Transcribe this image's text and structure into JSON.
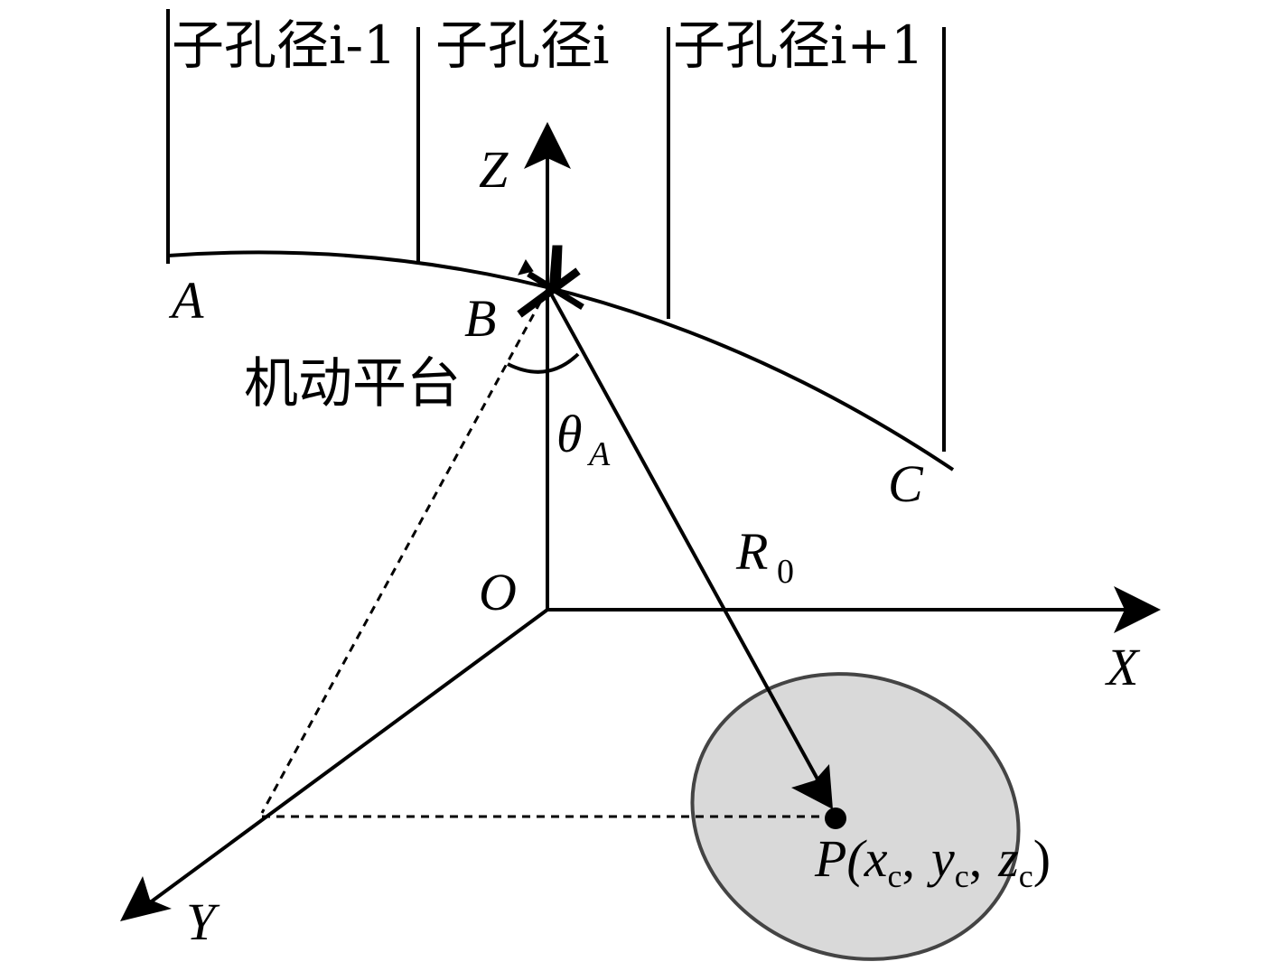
{
  "labels": {
    "sub_prev": "子孔径i-1",
    "sub_curr": "子孔径i",
    "sub_next": "子孔径i+1",
    "z_axis": "Z",
    "x_axis": "X",
    "y_axis": "Y",
    "origin": "O",
    "point_a": "A",
    "point_b": "B",
    "point_c": "C",
    "platform": "机动平台",
    "theta": "θ",
    "theta_sub": "A",
    "range": "R",
    "range_sub": "0",
    "target_p": "P(",
    "target_x": "x",
    "target_y": "y",
    "target_z": "z",
    "sub_c": "c",
    "comma": ",",
    "close_paren": ")"
  },
  "colors": {
    "ink": "#000000",
    "scene_fill": "#d9d9d9",
    "scene_stroke": "#444444"
  }
}
